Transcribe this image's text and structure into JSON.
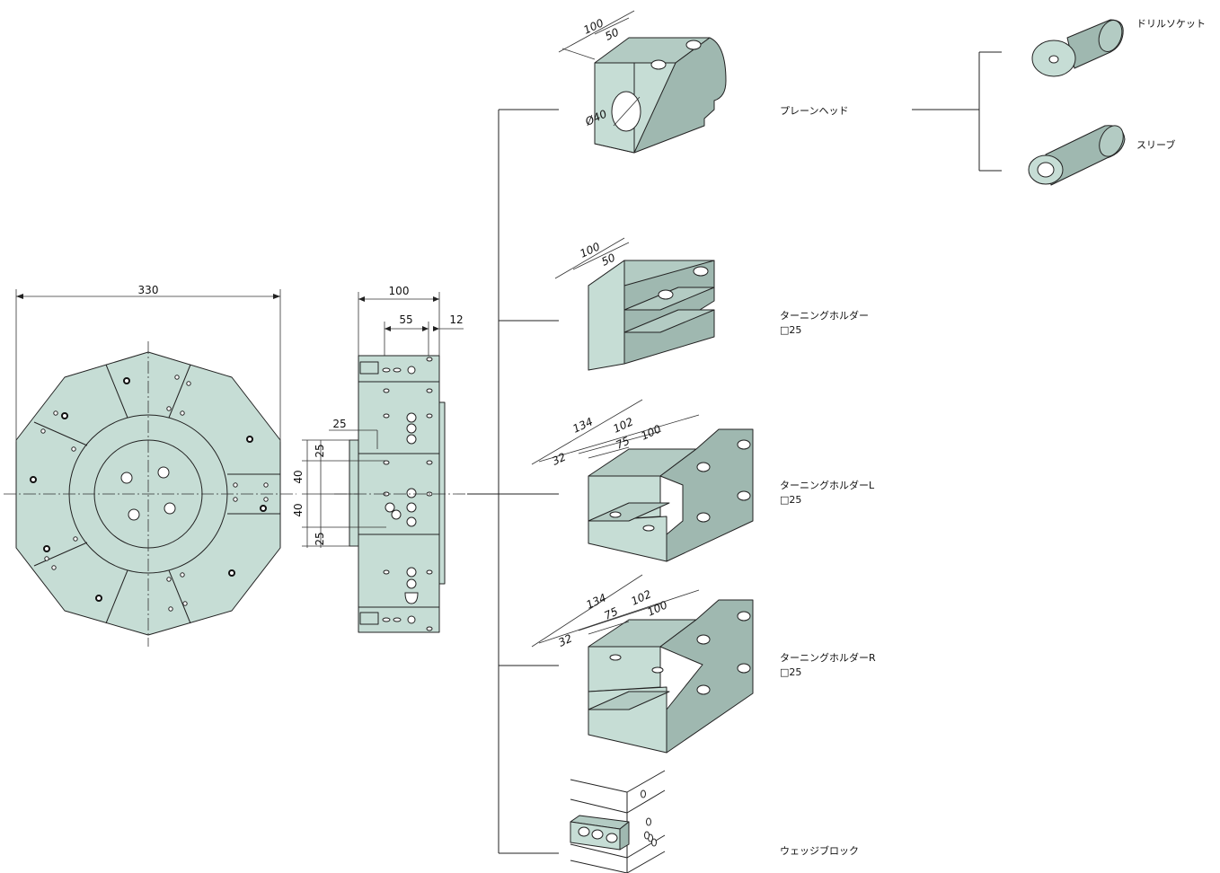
{
  "dimensions": {
    "turret_diameter": "330",
    "side_width": "100",
    "side_55": "55",
    "side_12": "12",
    "side_25_top": "25",
    "vert_25a": "25",
    "vert_40a": "40",
    "vert_40b": "40",
    "vert_25b": "25",
    "plain_100": "100",
    "plain_50": "50",
    "plain_bore": "Ø40",
    "turn_100": "100",
    "turn_50": "50",
    "turnL_134": "134",
    "turnL_102": "102",
    "turnL_75": "75",
    "turnL_100": "100",
    "turnL_32": "32",
    "turnR_134": "134",
    "turnR_102": "102",
    "turnR_75": "75",
    "turnR_100": "100",
    "turnR_32": "32"
  },
  "labels": {
    "plain_head": "プレーンヘッド",
    "turning_holder": "ターニングホルダー",
    "turning_holder_size": "□25",
    "turning_holder_l": "ターニングホルダーL",
    "turning_holder_l_size": "□25",
    "turning_holder_r": "ターニングホルダーR",
    "turning_holder_r_size": "□25",
    "wedge_block": "ウェッジブロック",
    "drill_socket": "ドリルソケット",
    "sleeve": "スリーブ"
  },
  "colors": {
    "part_fill": "#c6ddd5",
    "line": "#222222"
  }
}
